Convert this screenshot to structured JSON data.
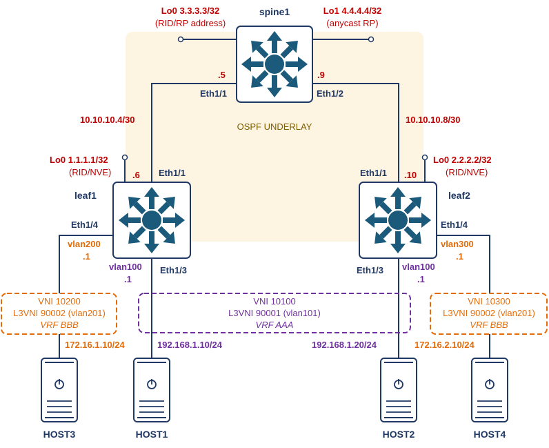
{
  "colors": {
    "link": "#1f3864",
    "device": "#1b5a7a",
    "underlay_bg": "#fdf3de",
    "red_label": "#c00000",
    "orange_label": "#e36c0a",
    "purple_label": "#7030a0"
  },
  "underlay": {
    "label": "OSPF UNDERLAY"
  },
  "spine": {
    "name": "spine1",
    "icon": "router-icon",
    "lo0": {
      "name": "Lo0 3.3.3.3/32",
      "role": "(RID/RP address)"
    },
    "lo1": {
      "name": "Lo1 4.4.4.4/32",
      "role": "(anycast RP)"
    },
    "eth1": {
      "name": "Eth1/1",
      "ip": ".5"
    },
    "eth2": {
      "name": "Eth1/2",
      "ip": ".9"
    }
  },
  "links": {
    "left_subnet": "10.10.10.4/30",
    "right_subnet": "10.10.10.8/30"
  },
  "leaf1": {
    "name": "leaf1",
    "icon": "router-icon",
    "lo0": {
      "name": "Lo0 1.1.1.1/32",
      "role": "(RID/NVE)"
    },
    "uplink": {
      "name": "Eth1/1",
      "ip": ".6"
    },
    "eth4": "Eth1/4",
    "eth3": "Eth1/3",
    "vlan_a": {
      "name": "vlan200",
      "ip": ".1"
    },
    "vlan_b": {
      "name": "vlan100",
      "ip": ".1"
    }
  },
  "leaf2": {
    "name": "leaf2",
    "icon": "router-icon",
    "lo0": {
      "name": "Lo0 2.2.2.2/32",
      "role": "(RID/NVE)"
    },
    "uplink": {
      "name": "Eth1/1",
      "ip": ".10"
    },
    "eth4": "Eth1/4",
    "eth3": "Eth1/3",
    "vlan_a": {
      "name": "vlan300",
      "ip": ".1"
    },
    "vlan_b": {
      "name": "vlan100",
      "ip": ".1"
    }
  },
  "vrf_boxes": {
    "left": {
      "vni": "VNI 10200",
      "l3vni": "L3VNI 90002 (vlan201)",
      "vrf": "VRF BBB"
    },
    "center": {
      "vni": "VNI 10100",
      "l3vni": "L3VNI 90001 (vlan101)",
      "vrf": "VRF AAA"
    },
    "right": {
      "vni": "VNI 10300",
      "l3vni": "L3VNI 90002 (vlan201)",
      "vrf": "VRF BBB"
    }
  },
  "hosts": [
    {
      "name": "HOST3",
      "ip": "172.16.1.10/24",
      "icon": "server-icon"
    },
    {
      "name": "HOST1",
      "ip": "192.168.1.10/24",
      "icon": "server-icon"
    },
    {
      "name": "HOST2",
      "ip": "192.168.1.20/24",
      "icon": "server-icon"
    },
    {
      "name": "HOST4",
      "ip": "172.16.2.10/24",
      "icon": "server-icon"
    }
  ]
}
